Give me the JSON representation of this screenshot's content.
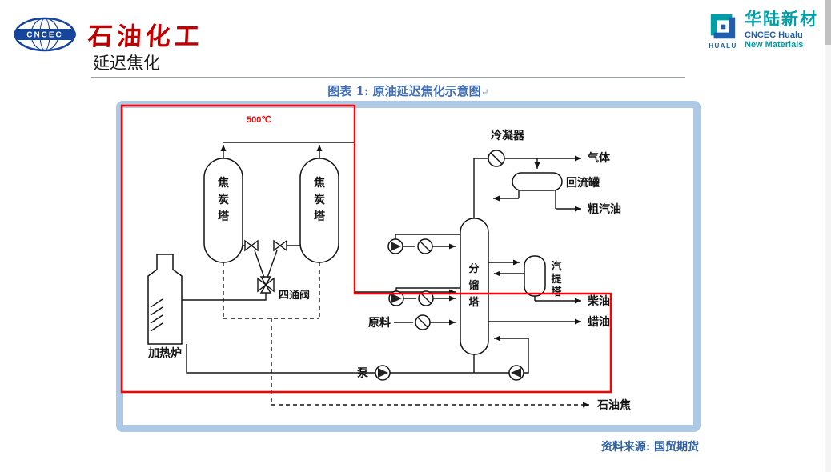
{
  "header": {
    "cncec_text": "CNCEC",
    "brand": "石油化工",
    "hualu": {
      "cn": "华陆新材",
      "en1": "CNCEC Hualu",
      "en2": "New Materials",
      "icon_text": "HUALU"
    }
  },
  "title": "延迟焦化",
  "figure": {
    "caption": "图表 1: 原油延迟焦化示意图",
    "caption_mark": "↵",
    "source": "资料来源: 国贸期货"
  },
  "diagram": {
    "labels": {
      "furnace": "加热炉",
      "coke_tower_chars": [
        "焦",
        "炭",
        "塔"
      ],
      "four_way_valve": "四通阀",
      "fractionator_chars": [
        "分",
        "馏",
        "塔"
      ],
      "stripper_chars": [
        "汽",
        "提",
        "塔"
      ],
      "condenser": "冷凝器",
      "reflux_drum": "回流罐",
      "gas": "气体",
      "crude_gasoline": "粗汽油",
      "diesel": "柴油",
      "wax_oil": "蜡油",
      "petroleum_coke": "石油焦",
      "feed": "原料",
      "pump": "泵"
    },
    "annotation": {
      "temperature": "500℃"
    }
  },
  "colors": {
    "highlight_red": "#fe0000",
    "caption_blue": "#3f6db5",
    "frame_blue": "#adc9e6",
    "brand_red": "#c00000",
    "hualu_teal": "#009fa8",
    "hualu_blue": "#1f5fae"
  }
}
